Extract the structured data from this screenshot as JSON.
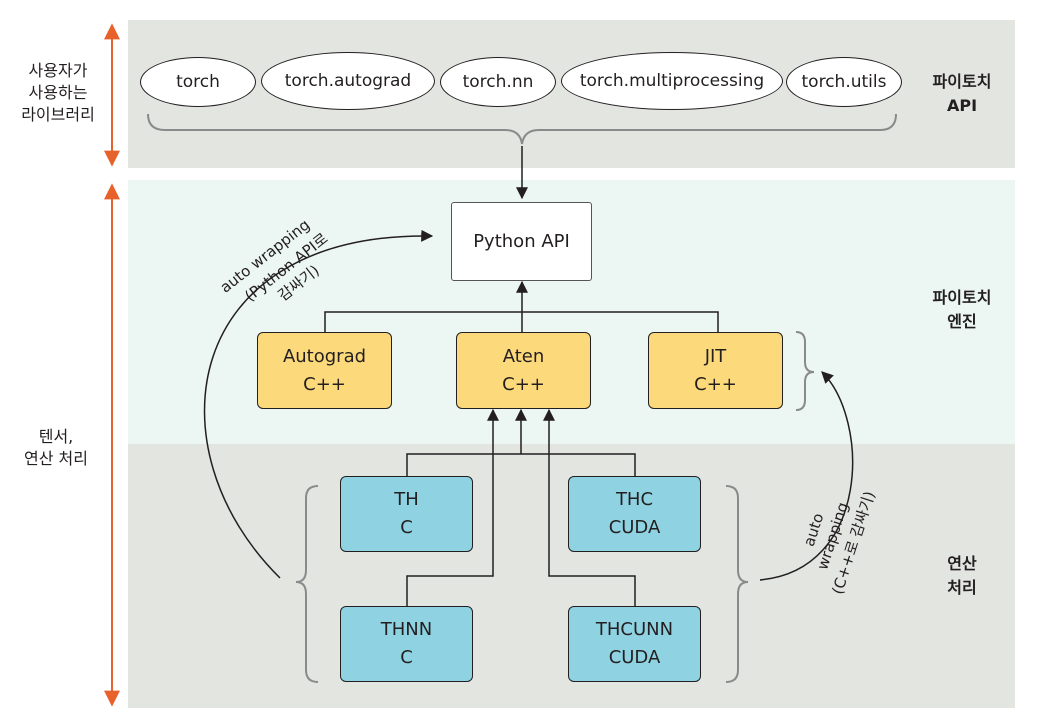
{
  "side_labels": {
    "user_library": [
      "사용자가",
      "사용하는",
      "라이브러리"
    ],
    "tensor_ops": [
      "텐서,",
      "연산 처리"
    ]
  },
  "band_labels": {
    "api": [
      "파이토치",
      "API"
    ],
    "engine": [
      "파이토치",
      "엔진"
    ],
    "ops": [
      "연산",
      "처리"
    ]
  },
  "api_modules": [
    "torch",
    "torch.autograd",
    "torch.nn",
    "torch.multiprocessing",
    "torch.utils"
  ],
  "python_api": "Python API",
  "engine_boxes": [
    {
      "name": "Autograd",
      "lang": "C++"
    },
    {
      "name": "Aten",
      "lang": "C++"
    },
    {
      "name": "JIT",
      "lang": "C++"
    }
  ],
  "ops_boxes": [
    {
      "name": "TH",
      "lang": "C"
    },
    {
      "name": "THC",
      "lang": "CUDA"
    },
    {
      "name": "THNN",
      "lang": "C"
    },
    {
      "name": "THCUNN",
      "lang": "CUDA"
    }
  ],
  "annotations": {
    "left_wrap": [
      "auto wrapping",
      "(Python API로",
      "감싸기)"
    ],
    "right_wrap": [
      "auto",
      "wrapping",
      "(C++로 감싸기)"
    ]
  },
  "colors": {
    "accent_arrow": "#e8632b",
    "engine_fill": "#fcd97a",
    "ops_fill": "#8fd3e3"
  }
}
